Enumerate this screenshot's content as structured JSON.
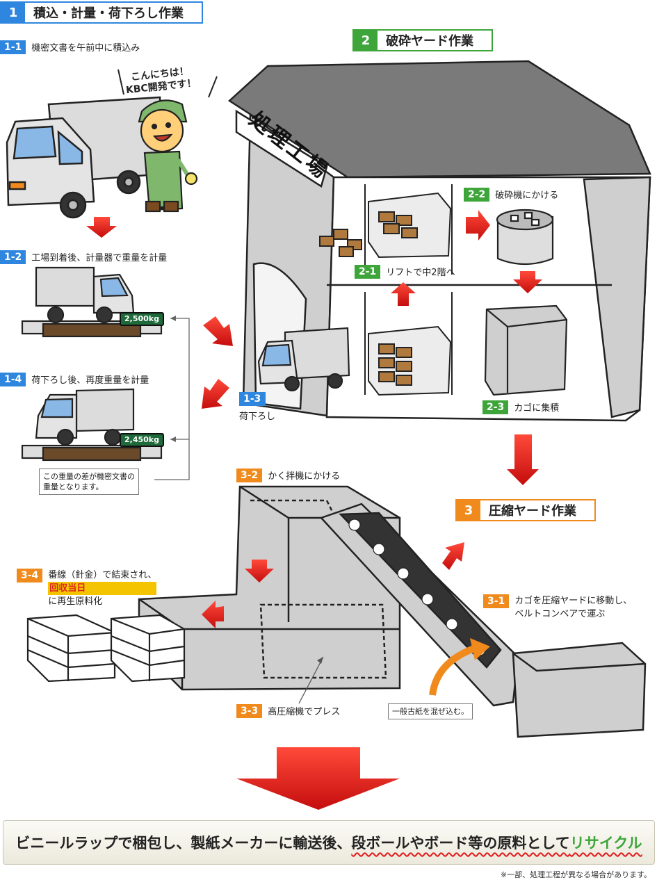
{
  "sections": {
    "s1": {
      "num": "1",
      "title": "積込・計量・荷下ろし作業"
    },
    "s2": {
      "num": "2",
      "title": "破砕ヤード作業"
    },
    "s3": {
      "num": "3",
      "title": "圧縮ヤード作業"
    }
  },
  "steps": {
    "s1_1": {
      "tag": "1-1",
      "text": "機密文書を午前中に積込み"
    },
    "s1_2": {
      "tag": "1-2",
      "text": "工場到着後、計量器で重量を計量"
    },
    "s1_3": {
      "tag": "1-3",
      "text": "荷下ろし"
    },
    "s1_4": {
      "tag": "1-4",
      "text": "荷下ろし後、再度重量を計量"
    },
    "s2_1": {
      "tag": "2-1",
      "text": "リフトで中2階へ"
    },
    "s2_2": {
      "tag": "2-2",
      "text": "破砕機にかける"
    },
    "s2_3": {
      "tag": "2-3",
      "text": "カゴに集積"
    },
    "s3_1": {
      "tag": "3-1",
      "line1": "カゴを圧縮ヤードに移動し、",
      "line2": "ベルトコンベアで運ぶ"
    },
    "s3_2": {
      "tag": "3-2",
      "text": "かく拌機にかける"
    },
    "s3_3": {
      "tag": "3-3",
      "text": "高圧縮機でプレス"
    },
    "s3_4": {
      "tag": "3-4",
      "line1": "番線（針金）で結束され、",
      "highlight": "回収当日",
      "line2_rest": "に再生原料化"
    }
  },
  "greeting": {
    "line1": "こんにちは！",
    "line2": "KBC開発です！"
  },
  "factory_sign": "処理工場",
  "scale_readings": {
    "first": "2,500kg",
    "second": "2,450kg"
  },
  "notes": {
    "weight_diff_line1": "この重量の差が機密文書の",
    "weight_diff_line2": "重量となります。",
    "mix_paper": "一般古紙を混ぜ込む。"
  },
  "banner": {
    "part1": "ビニールラップで梱包し、製紙メーカーに輸送後、",
    "part2": "段ボールやボード等の原料として",
    "part3": "リサイクル"
  },
  "footnote": "※一部、処理工程が異なる場合があります。",
  "colors": {
    "blue": "#2e86de",
    "green": "#3da53a",
    "orange": "#f08a1c",
    "arrow_red": "#e01c1c"
  }
}
